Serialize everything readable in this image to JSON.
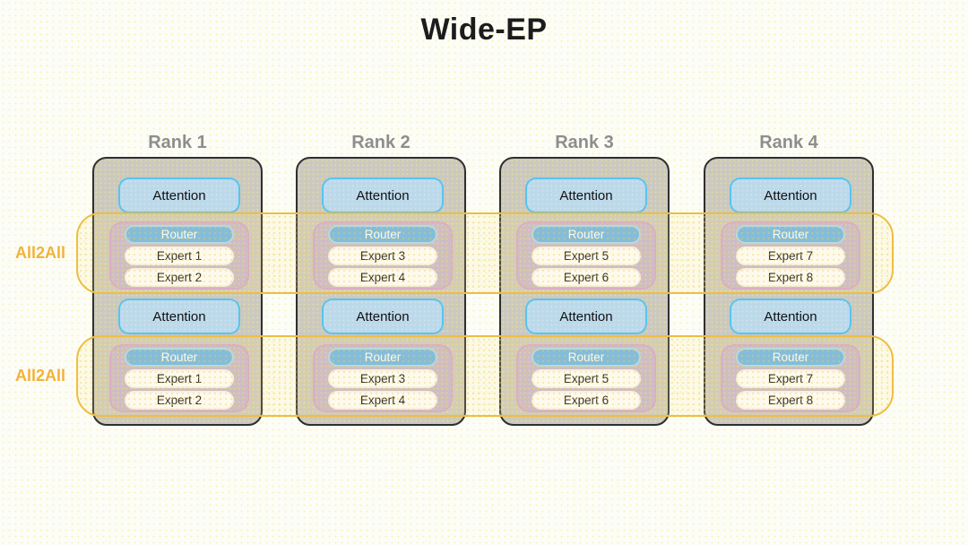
{
  "title": "Wide-EP",
  "bands": [
    {
      "label": "All2All"
    },
    {
      "label": "All2All"
    }
  ],
  "ranks": [
    {
      "label": "Rank 1",
      "layers": [
        {
          "attention": "Attention",
          "router": "Router",
          "experts": [
            "Expert 1",
            "Expert 2"
          ]
        },
        {
          "attention": "Attention",
          "router": "Router",
          "experts": [
            "Expert 1",
            "Expert 2"
          ]
        }
      ]
    },
    {
      "label": "Rank 2",
      "layers": [
        {
          "attention": "Attention",
          "router": "Router",
          "experts": [
            "Expert 3",
            "Expert 4"
          ]
        },
        {
          "attention": "Attention",
          "router": "Router",
          "experts": [
            "Expert 3",
            "Expert 4"
          ]
        }
      ]
    },
    {
      "label": "Rank 3",
      "layers": [
        {
          "attention": "Attention",
          "router": "Router",
          "experts": [
            "Expert 5",
            "Expert 6"
          ]
        },
        {
          "attention": "Attention",
          "router": "Router",
          "experts": [
            "Expert 5",
            "Expert 6"
          ]
        }
      ]
    },
    {
      "label": "Rank 4",
      "layers": [
        {
          "attention": "Attention",
          "router": "Router",
          "experts": [
            "Expert 7",
            "Expert 8"
          ]
        },
        {
          "attention": "Attention",
          "router": "Router",
          "experts": [
            "Expert 7",
            "Expert 8"
          ]
        }
      ]
    }
  ],
  "colors": {
    "title_text": "#1c1c1c",
    "rank_label_text": "#8e8e8e",
    "rank_box_fill": "#CBC8C0",
    "rank_box_border": "#2f2f2f",
    "attention_fill": "#BCD9EA",
    "attention_border": "#58C4F0",
    "router_fill": "#6FB5E6",
    "router_border": "#A8D8F2",
    "expert_fill": "#FEFEFE",
    "expert_group_fill": "#C6B6CE",
    "expert_group_border": "#D4A2D2",
    "band_border": "#EDBE44",
    "all2all_text": "#F2B23A"
  }
}
